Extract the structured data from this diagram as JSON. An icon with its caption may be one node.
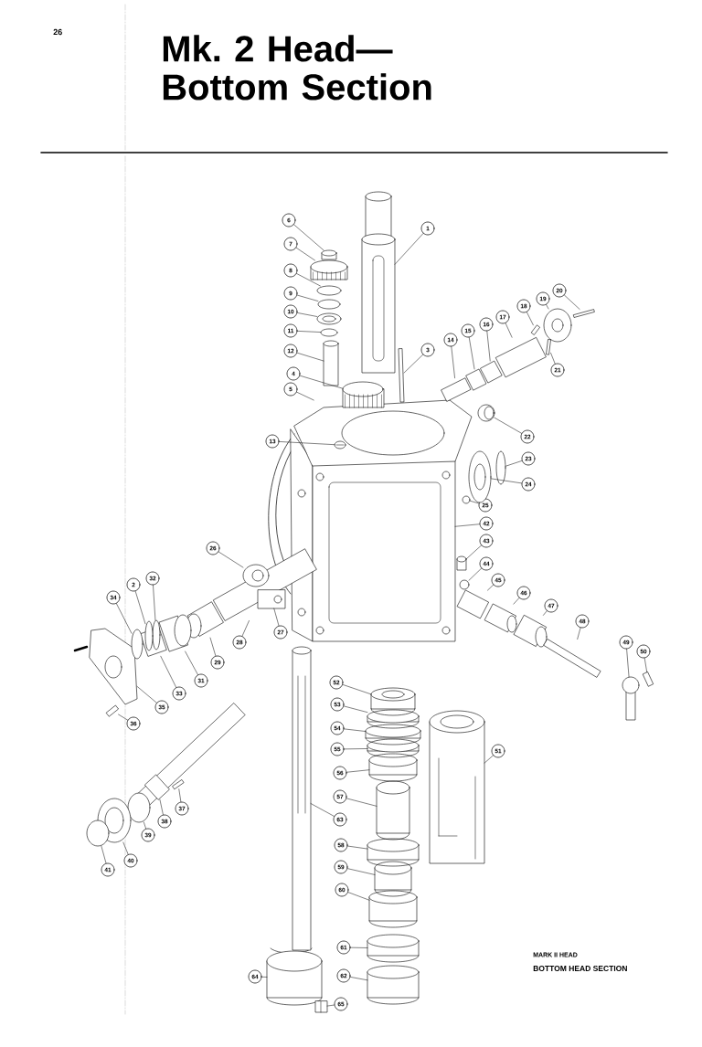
{
  "diagram": {
    "title": "Mk. 2 Head— Bottom Section",
    "nodes": [
      {
        "text": [
          "1"
        ]
      },
      {
        "text": [
          "6"
        ]
      },
      {
        "text": [
          "7"
        ]
      },
      {
        "text": [
          "8"
        ]
      },
      {
        "text": [
          "9"
        ]
      },
      {
        "text": [
          "10"
        ]
      },
      {
        "text": [
          "11"
        ]
      },
      {
        "text": [
          "12"
        ]
      },
      {
        "text": [
          "3"
        ]
      },
      {
        "text": [
          "4"
        ]
      },
      {
        "text": [
          "5"
        ]
      },
      {
        "text": [
          "14"
        ]
      },
      {
        "text": [
          "15"
        ]
      },
      {
        "text": [
          "16"
        ]
      },
      {
        "text": [
          "17"
        ]
      },
      {
        "text": [
          "18"
        ]
      },
      {
        "text": [
          "19"
        ]
      },
      {
        "text": [
          "20"
        ]
      },
      {
        "text": [
          "21"
        ]
      },
      {
        "text": [
          "13"
        ]
      },
      {
        "text": [
          "22"
        ]
      },
      {
        "text": [
          "23"
        ]
      },
      {
        "text": [
          "24"
        ]
      },
      {
        "text": [
          "25"
        ]
      },
      {
        "text": [
          "42"
        ]
      },
      {
        "text": [
          "43"
        ]
      },
      {
        "text": [
          "44"
        ]
      },
      {
        "text": [
          "45"
        ]
      },
      {
        "text": [
          "46"
        ]
      },
      {
        "text": [
          "47"
        ]
      },
      {
        "text": [
          "48"
        ]
      },
      {
        "text": [
          "49"
        ]
      },
      {
        "text": [
          "50"
        ]
      },
      {
        "text": [
          "26"
        ]
      },
      {
        "text": [
          "32"
        ]
      },
      {
        "text": [
          "2"
        ]
      },
      {
        "text": [
          "34"
        ]
      },
      {
        "text": [
          "27"
        ]
      },
      {
        "text": [
          "28"
        ]
      },
      {
        "text": [
          "29"
        ]
      },
      {
        "text": [
          "31"
        ]
      },
      {
        "text": [
          "33"
        ]
      },
      {
        "text": [
          "35"
        ]
      },
      {
        "text": [
          "36"
        ]
      },
      {
        "text": [
          "52"
        ]
      },
      {
        "text": [
          "53"
        ]
      },
      {
        "text": [
          "54"
        ]
      },
      {
        "text": [
          "55"
        ]
      },
      {
        "text": [
          "51"
        ]
      },
      {
        "text": [
          "56"
        ]
      },
      {
        "text": [
          "57"
        ]
      },
      {
        "text": [
          "37"
        ]
      },
      {
        "text": [
          "38"
        ]
      },
      {
        "text": [
          "39"
        ]
      },
      {
        "text": [
          "40"
        ]
      },
      {
        "text": [
          "41"
        ]
      },
      {
        "text": [
          "63"
        ]
      },
      {
        "text": [
          "58"
        ]
      },
      {
        "text": [
          "59"
        ]
      },
      {
        "text": [
          "60"
        ]
      },
      {
        "text": [
          "61"
        ]
      },
      {
        "text": [
          "62"
        ]
      },
      {
        "text": [
          "64"
        ]
      },
      {
        "text": [
          "65"
        ]
      },
      {
        "text": [],
        "shape": "picture"
      },
      {
        "text": [],
        "shape": "cylinder"
      },
      {
        "text": [],
        "shape": "picture"
      },
      {
        "text": [],
        "shape": "circle"
      },
      {
        "text": [],
        "shape": "circle"
      },
      {
        "text": [],
        "shape": "picture"
      },
      {
        "text": [],
        "shape": "circle"
      },
      {
        "text": [],
        "shape": "cylinder"
      },
      {
        "text": [],
        "shape": "box"
      },
      {
        "text": [],
        "shape": "picture"
      },
      {
        "text": [],
        "shape": "picture"
      },
      {
        "text": [],
        "shape": "box"
      },
      {
        "text": [],
        "shape": "box"
      },
      {
        "text": [],
        "shape": "box"
      },
      {
        "text": [],
        "shape": "box"
      },
      {
        "text": [],
        "shape": "box"
      },
      {
        "text": [],
        "shape": "picture"
      },
      {
        "text": [],
        "shape": "box"
      },
      {
        "text": [],
        "shape": "box"
      },
      {
        "text": [],
        "shape": "picture",
        "in": 74
      },
      {
        "text": [],
        "shape": "picture"
      },
      {
        "text": [],
        "shape": "circle"
      },
      {
        "text": [],
        "shape": "picture"
      },
      {
        "text": [],
        "shape": "circle"
      },
      {
        "text": [],
        "shape": "picture"
      },
      {
        "text": [],
        "shape": "cylinder"
      },
      {
        "text": [],
        "shape": "circle"
      },
      {
        "text": [],
        "shape": "box"
      },
      {
        "text": [],
        "shape": "cylinder"
      },
      {
        "text": [],
        "shape": "cylinder"
      },
      {
        "text": [],
        "shape": "box"
      },
      {
        "text": [],
        "shape": "picture"
      },
      {
        "text": [],
        "shape": "box"
      },
      {
        "text": [],
        "shape": "picture"
      },
      {
        "text": [],
        "shape": "circle"
      },
      {
        "text": [],
        "shape": "circle"
      },
      {
        "text": [],
        "shape": "circle"
      },
      {
        "text": [],
        "shape": "picture"
      },
      {
        "text": [],
        "shape": "box"
      },
      {
        "text": [],
        "shape": "cylinder"
      },
      {
        "text": [],
        "shape": "cylinder"
      },
      {
        "text": [],
        "shape": "box"
      },
      {
        "text": [],
        "shape": "picture"
      },
      {
        "text": [],
        "shape": "box"
      },
      {
        "text": [],
        "shape": "cylinder"
      },
      {
        "text": [],
        "shape": "cylinder"
      },
      {
        "text": [],
        "shape": "cylinder"
      },
      {
        "text": [],
        "shape": "cylinder"
      },
      {
        "text": [],
        "shape": "picture"
      },
      {
        "text": [],
        "shape": "cylinder"
      },
      {
        "text": [],
        "shape": "cylinder"
      },
      {
        "text": [],
        "shape": "box"
      },
      {
        "text": [],
        "shape": "box"
      },
      {
        "text": [],
        "shape": "circle"
      },
      {
        "text": [],
        "shape": "picture"
      },
      {
        "text": [],
        "shape": "circle"
      },
      {
        "text": [],
        "shape": "picture"
      },
      {
        "text": [],
        "shape": "cylinder"
      },
      {
        "text": [],
        "shape": "cylinder"
      },
      {
        "text": [],
        "shape": "cylinder"
      },
      {
        "text": [],
        "shape": "cylinder"
      },
      {
        "text": [],
        "shape": "cylinder"
      },
      {
        "text": [],
        "shape": "cylinder"
      },
      {
        "text": [],
        "shape": "picture"
      }
    ],
    "edges": [
      {
        "from": 0,
        "to": 64,
        "arrow": "none"
      },
      {
        "from": 1,
        "to": 65,
        "arrow": "none"
      },
      {
        "from": 2,
        "to": 66,
        "arrow": "none"
      },
      {
        "from": 3,
        "to": 67,
        "arrow": "none"
      },
      {
        "from": 4,
        "to": 68,
        "arrow": "none"
      },
      {
        "from": 5,
        "to": 69,
        "arrow": "none"
      },
      {
        "from": 6,
        "to": 70,
        "arrow": "none"
      },
      {
        "from": 7,
        "to": 71,
        "arrow": "none"
      },
      {
        "from": 8,
        "to": 72,
        "arrow": "none"
      },
      {
        "from": 9,
        "to": 73,
        "arrow": "none"
      },
      {
        "from": 10,
        "to": 74,
        "arrow": "none"
      },
      {
        "from": 11,
        "to": 75,
        "arrow": "none"
      },
      {
        "from": 12,
        "to": 76,
        "arrow": "none"
      },
      {
        "from": 13,
        "to": 77,
        "arrow": "none"
      },
      {
        "from": 14,
        "to": 78,
        "arrow": "none"
      },
      {
        "from": 15,
        "to": 79,
        "arrow": "none"
      },
      {
        "from": 16,
        "to": 80,
        "arrow": "none"
      },
      {
        "from": 17,
        "to": 81,
        "arrow": "none"
      },
      {
        "from": 18,
        "to": 82,
        "arrow": "none"
      },
      {
        "from": 19,
        "to": 83,
        "arrow": "none"
      },
      {
        "from": 20,
        "to": 84,
        "arrow": "none"
      },
      {
        "from": 21,
        "to": 85,
        "arrow": "none"
      },
      {
        "from": 22,
        "to": 86,
        "arrow": "none"
      },
      {
        "from": 23,
        "to": 87,
        "arrow": "none"
      },
      {
        "from": 24,
        "to": 88,
        "arrow": "none"
      },
      {
        "from": 25,
        "to": 89,
        "arrow": "none"
      },
      {
        "from": 26,
        "to": 90,
        "arrow": "none"
      },
      {
        "from": 27,
        "to": 91,
        "arrow": "none"
      },
      {
        "from": 28,
        "to": 92,
        "arrow": "none"
      },
      {
        "from": 29,
        "to": 93,
        "arrow": "none"
      },
      {
        "from": 30,
        "to": 94,
        "arrow": "none"
      },
      {
        "from": 31,
        "to": 95,
        "arrow": "none"
      },
      {
        "from": 32,
        "to": 96,
        "arrow": "none"
      },
      {
        "from": 33,
        "to": 97,
        "arrow": "none"
      },
      {
        "from": 34,
        "to": 98,
        "arrow": "none"
      },
      {
        "from": 35,
        "to": 99,
        "arrow": "none"
      },
      {
        "from": 36,
        "to": 100,
        "arrow": "none"
      },
      {
        "from": 37,
        "to": 101,
        "arrow": "none"
      },
      {
        "from": 38,
        "to": 102,
        "arrow": "none"
      },
      {
        "from": 39,
        "to": 103,
        "arrow": "none"
      },
      {
        "from": 40,
        "to": 104,
        "arrow": "none"
      },
      {
        "from": 41,
        "to": 105,
        "arrow": "none"
      },
      {
        "from": 42,
        "to": 106,
        "arrow": "none"
      },
      {
        "from": 43,
        "to": 107,
        "arrow": "none"
      },
      {
        "from": 44,
        "to": 108,
        "arrow": "none"
      },
      {
        "from": 45,
        "to": 109,
        "arrow": "none"
      },
      {
        "from": 46,
        "to": 110,
        "arrow": "none"
      },
      {
        "from": 47,
        "to": 111,
        "arrow": "none"
      },
      {
        "from": 48,
        "to": 112,
        "arrow": "none"
      },
      {
        "from": 49,
        "to": 113,
        "arrow": "none"
      },
      {
        "from": 50,
        "to": 114,
        "arrow": "none"
      },
      {
        "from": 51,
        "to": 115,
        "arrow": "none"
      },
      {
        "from": 52,
        "to": 116,
        "arrow": "none"
      },
      {
        "from": 53,
        "to": 117,
        "arrow": "none"
      },
      {
        "from": 54,
        "to": 118,
        "arrow": "none"
      },
      {
        "from": 55,
        "to": 119,
        "arrow": "none"
      },
      {
        "from": 56,
        "to": 120,
        "arrow": "none"
      },
      {
        "from": 57,
        "to": 121,
        "arrow": "none"
      },
      {
        "from": 58,
        "to": 122,
        "arrow": "none"
      },
      {
        "from": 59,
        "to": 123,
        "arrow": "none"
      },
      {
        "from": 60,
        "to": 124,
        "arrow": "none"
      },
      {
        "from": 61,
        "to": 125,
        "arrow": "none"
      },
      {
        "from": 62,
        "to": 126,
        "arrow": "none"
      },
      {
        "from": 63,
        "to": 127,
        "arrow": "none"
      }
    ],
    "labels": [
      "26",
      "MARK II HEAD",
      "BOTTOM HEAD SECTION"
    ]
  }
}
